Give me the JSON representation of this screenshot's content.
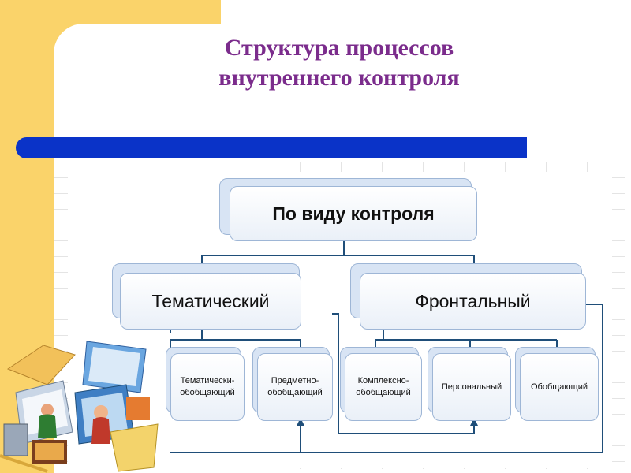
{
  "title": {
    "line1": "Структура процессов",
    "line2": "внутреннего контроля"
  },
  "diagram": {
    "root": "По виду контроля",
    "branches": [
      {
        "label": "Тематический",
        "children": [
          "Тематически-обобщающий",
          "Предметно-обобщающий"
        ]
      },
      {
        "label": "Фронтальный",
        "children": [
          "Комплексно-обобщающий",
          "Персональный",
          "Обобщающий"
        ]
      }
    ]
  },
  "colors": {
    "title": "#7b2c8c",
    "accent_bar": "#0a33c8",
    "background_yellow": "#fad36a",
    "connector": "#1f4e79"
  },
  "illustration": {
    "icon": "office-workers-collage-icon"
  }
}
